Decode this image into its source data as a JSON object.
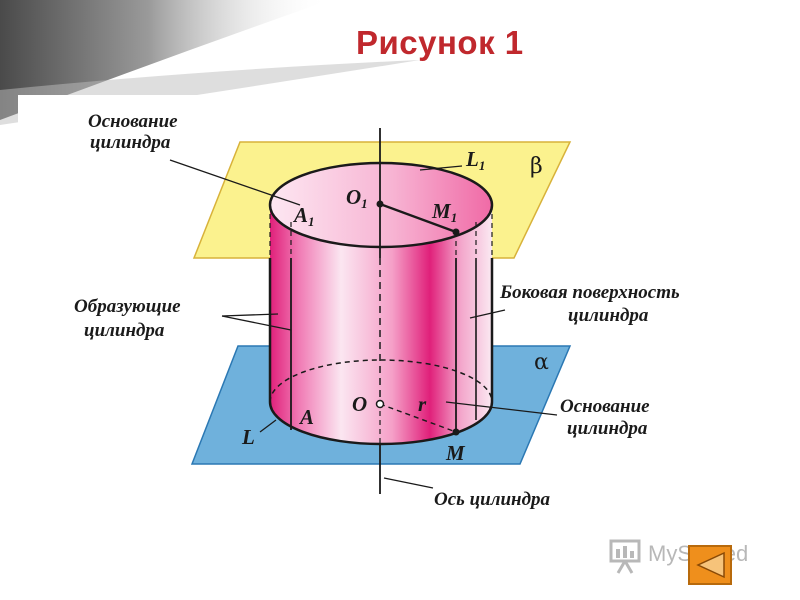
{
  "slide": {
    "title": "Рисунок 1",
    "accent_color": "#c0282d"
  },
  "diagram": {
    "labels": {
      "top_base_caption_line1": "Основание",
      "top_base_caption_line2": "цилиндра",
      "generators_caption_line1": "Образующие",
      "generators_caption_line2": "цилиндра",
      "lateral_caption_line1": "Боковая поверхность",
      "lateral_caption_line2": "цилиндра",
      "bottom_base_caption_line1": "Основание",
      "bottom_base_caption_line2": "цилиндра",
      "axis_caption": "Ось цилиндра",
      "plane_upper": "β",
      "plane_lower": "α"
    },
    "points": {
      "o1_main": "O",
      "o1_sub": "1",
      "a1_main": "A",
      "a1_sub": "1",
      "m1_main": "M",
      "m1_sub": "1",
      "l1_main": "L",
      "l1_sub": "1",
      "o": "O",
      "a": "A",
      "l": "L",
      "m": "M",
      "r": "r"
    },
    "colors": {
      "plane_upper_fill": "#fbf28e",
      "plane_lower_fill": "#6fb1dc",
      "cylinder_magenta": "#e0207a",
      "cylinder_light": "#fbe6f1"
    }
  },
  "watermark": {
    "text": "MyShared",
    "icon": "presentation-board-icon"
  },
  "navigation": {
    "next_icon": "play-arrow-icon"
  }
}
